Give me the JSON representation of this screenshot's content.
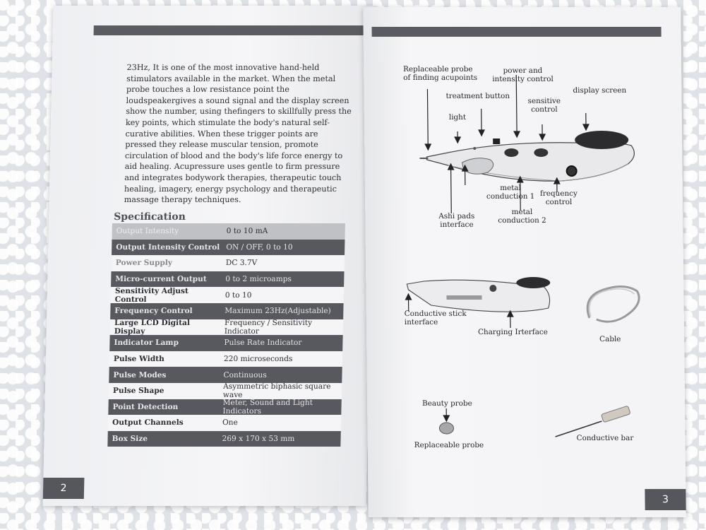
{
  "intro_text": "23Hz, It is one of the most innovative hand-held stimulators available in the market. When the metal probe touches a low resistance point the loudspeakergives a sound signal and the display screen show the number, using thefingers to skillfully press the key points, which stimulate the body's natural self-curative abilities. When these trigger points are pressed they release muscular tension, promote circulation of blood and the body's life force energy to aid healing. Acupressure uses gentle to firm pressure and integrates bodywork therapies, therapeutic touch healing, imagery, energy psychology and therapeutic massage therapy techniques.",
  "spec_title": "Specification",
  "spec_rows": [
    {
      "label": "Output Intensity",
      "value": "0 to 10 mA"
    },
    {
      "label": "Output Intensity Control",
      "value": "ON / OFF, 0 to 10"
    },
    {
      "label": "Power Supply",
      "value": "DC 3.7V"
    },
    {
      "label": "Micro-current Output",
      "value": "0 to 2 microamps"
    },
    {
      "label": "Sensitivity Adjust Control",
      "value": "0 to 10"
    },
    {
      "label": "Frequency Control",
      "value": "Maximum 23Hz(Adjustable)"
    },
    {
      "label": "Large LCD Digital Display",
      "value": "Frequency / Sensitivity Indicator"
    },
    {
      "label": "Indicator Lamp",
      "value": "Pulse Rate Indicator"
    },
    {
      "label": "Pulse Width",
      "value": "220 microseconds"
    },
    {
      "label": "Pulse Modes",
      "value": "Continuous"
    },
    {
      "label": "Pulse Shape",
      "value": "Asymmetric biphasic square wave"
    },
    {
      "label": "Point Detection",
      "value": "Meter, Sound and Light Indicators"
    },
    {
      "label": "Output Channels",
      "value": "One"
    },
    {
      "label": "Box Size",
      "value": "269 x 170 x 53 mm"
    }
  ],
  "page_left_number": "2",
  "page_right_number": "3",
  "diagram_labels": {
    "replaceable_probe_acupoints_1": "Replaceable probe",
    "replaceable_probe_acupoints_2": "of finding acupoints",
    "power_intensity_1": "power and",
    "power_intensity_2": "intensity control",
    "treatment_button": "treatment button",
    "sensitive_control_1": "sensitive",
    "sensitive_control_2": "control",
    "display_screen": "display screen",
    "light": "light",
    "metal_conduction_1_a": "metal",
    "metal_conduction_1_b": "conduction 1",
    "frequency_control_1": "frequency",
    "frequency_control_2": "control",
    "ashi_pads_1": "Ashi pads",
    "ashi_pads_2": "interface",
    "metal_conduction_2_a": "metal",
    "metal_conduction_2_b": "conduction 2",
    "conductive_stick_1": "Conductive stick",
    "conductive_stick_2": "interface",
    "charging_interface": "Charging Irterface",
    "cable": "Cable",
    "beauty_probe": "Beauty probe",
    "replaceable_probe": "Replaceable probe",
    "conductive_bar": "Conductive bar"
  }
}
